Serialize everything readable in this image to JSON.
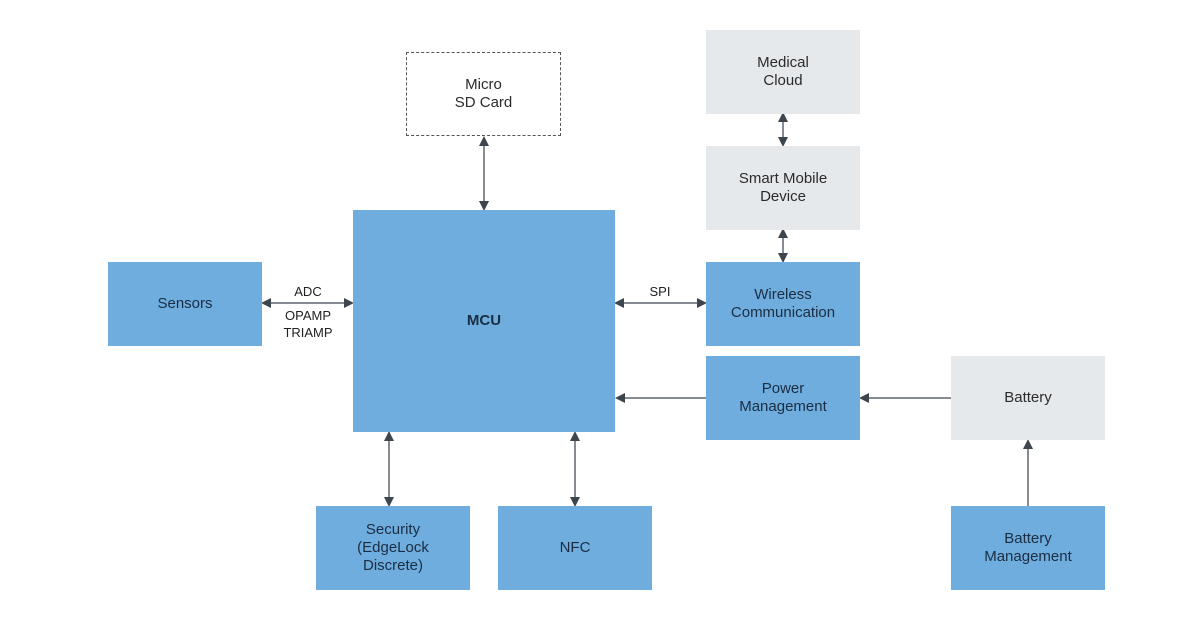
{
  "colors": {
    "processing_block": "#6fadde",
    "external_block": "#e6e9eb",
    "connector": "#3d464f"
  },
  "blocks": {
    "micro_sd": "Micro\nSD Card",
    "medical_cloud": "Medical\nCloud",
    "smart_mobile": "Smart Mobile\nDevice",
    "sensors": "Sensors",
    "mcu": "MCU",
    "wireless": "Wireless\nCommunication",
    "power_mgmt": "Power\nManagement",
    "battery": "Battery",
    "security": "Security\n(EdgeLock\nDiscrete)",
    "nfc": "NFC",
    "battery_mgmt": "Battery\nManagement"
  },
  "labels": {
    "adc": "ADC",
    "opamp": "OPAMP\nTRIAMP",
    "spi": "SPI"
  }
}
